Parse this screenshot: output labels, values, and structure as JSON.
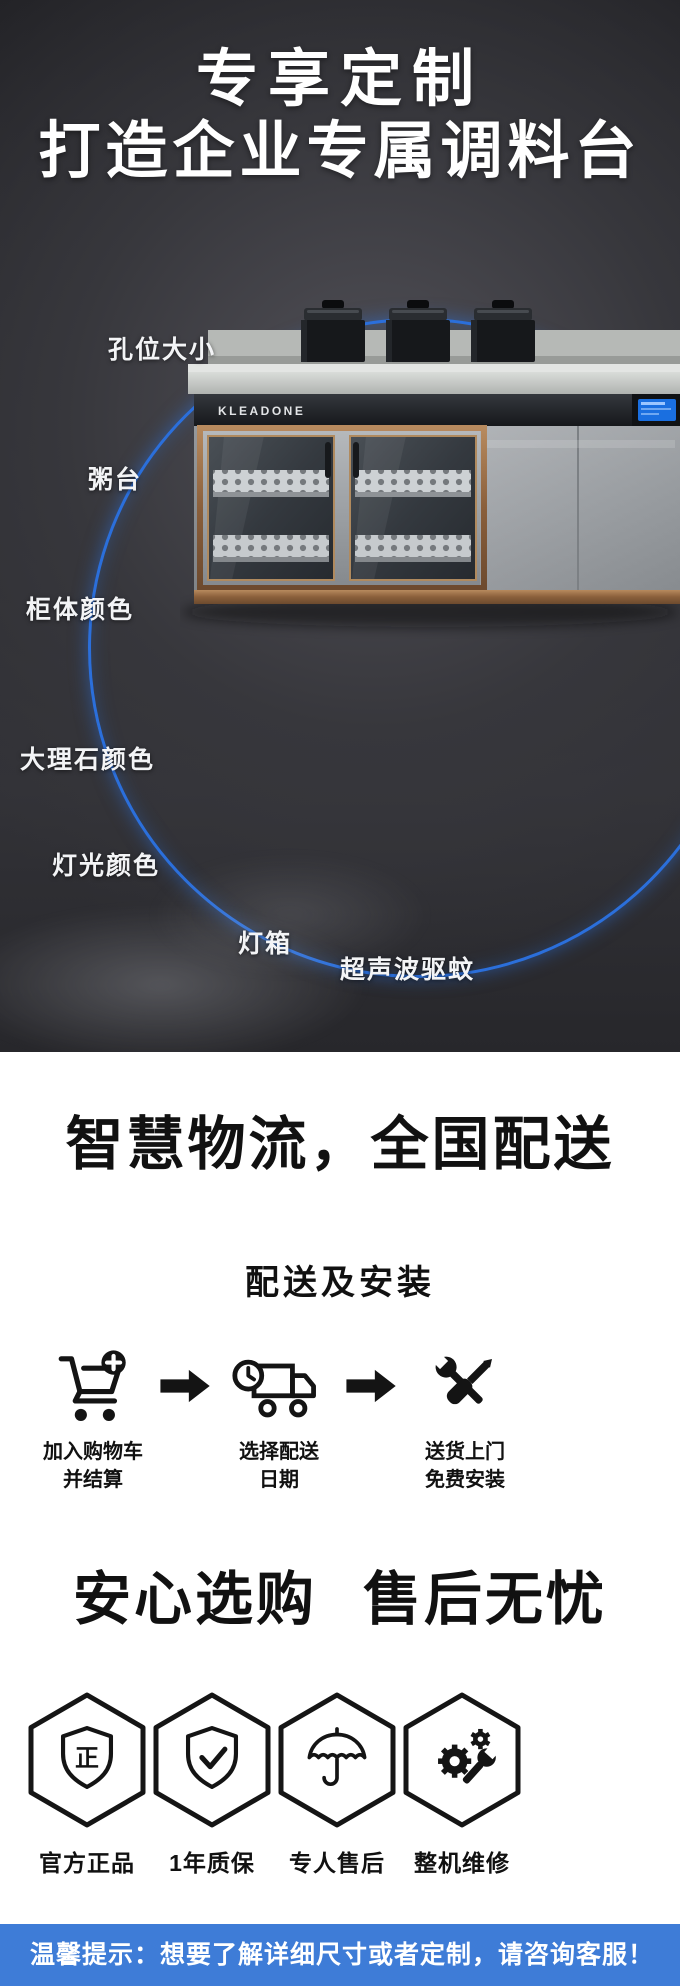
{
  "hero": {
    "title_line1": "专享定制",
    "title_line2": "打造企业专属调料台",
    "brand": "KLEADONE",
    "labels": [
      "孔位大小",
      "粥台",
      "柜体颜色",
      "大理石颜色",
      "灯光颜色",
      "灯箱",
      "超声波驱蚊"
    ]
  },
  "logistics": {
    "title": "智慧物流，全国配送",
    "subtitle": "配送及安装",
    "steps": [
      {
        "icon": "add-to-cart-icon",
        "caption_line1": "加入购物车",
        "caption_line2": "并结算"
      },
      {
        "icon": "delivery-truck-clock-icon",
        "caption_line1": "选择配送",
        "caption_line2": "日期"
      },
      {
        "icon": "install-tools-icon",
        "caption_line1": "送货上门",
        "caption_line2": "免费安装"
      }
    ]
  },
  "aftersales": {
    "title_part1": "安心选购",
    "title_part2": "售后无忧",
    "items": [
      {
        "icon": "shield-genuine-icon",
        "glyph": "正",
        "label": "官方正品"
      },
      {
        "icon": "shield-check-icon",
        "label": "1年质保"
      },
      {
        "icon": "umbrella-icon",
        "label": "专人售后"
      },
      {
        "icon": "gear-wrench-icon",
        "label": "整机维修"
      }
    ]
  },
  "footer": {
    "notice": "温馨提示：想要了解详细尺寸或者定制，请咨询客服！"
  },
  "colors": {
    "accent_blue": "#2b6fdb",
    "footer_blue": "#3e7cd7",
    "copper_trim": "#a87a52",
    "hero_background": "#2c2c31"
  }
}
